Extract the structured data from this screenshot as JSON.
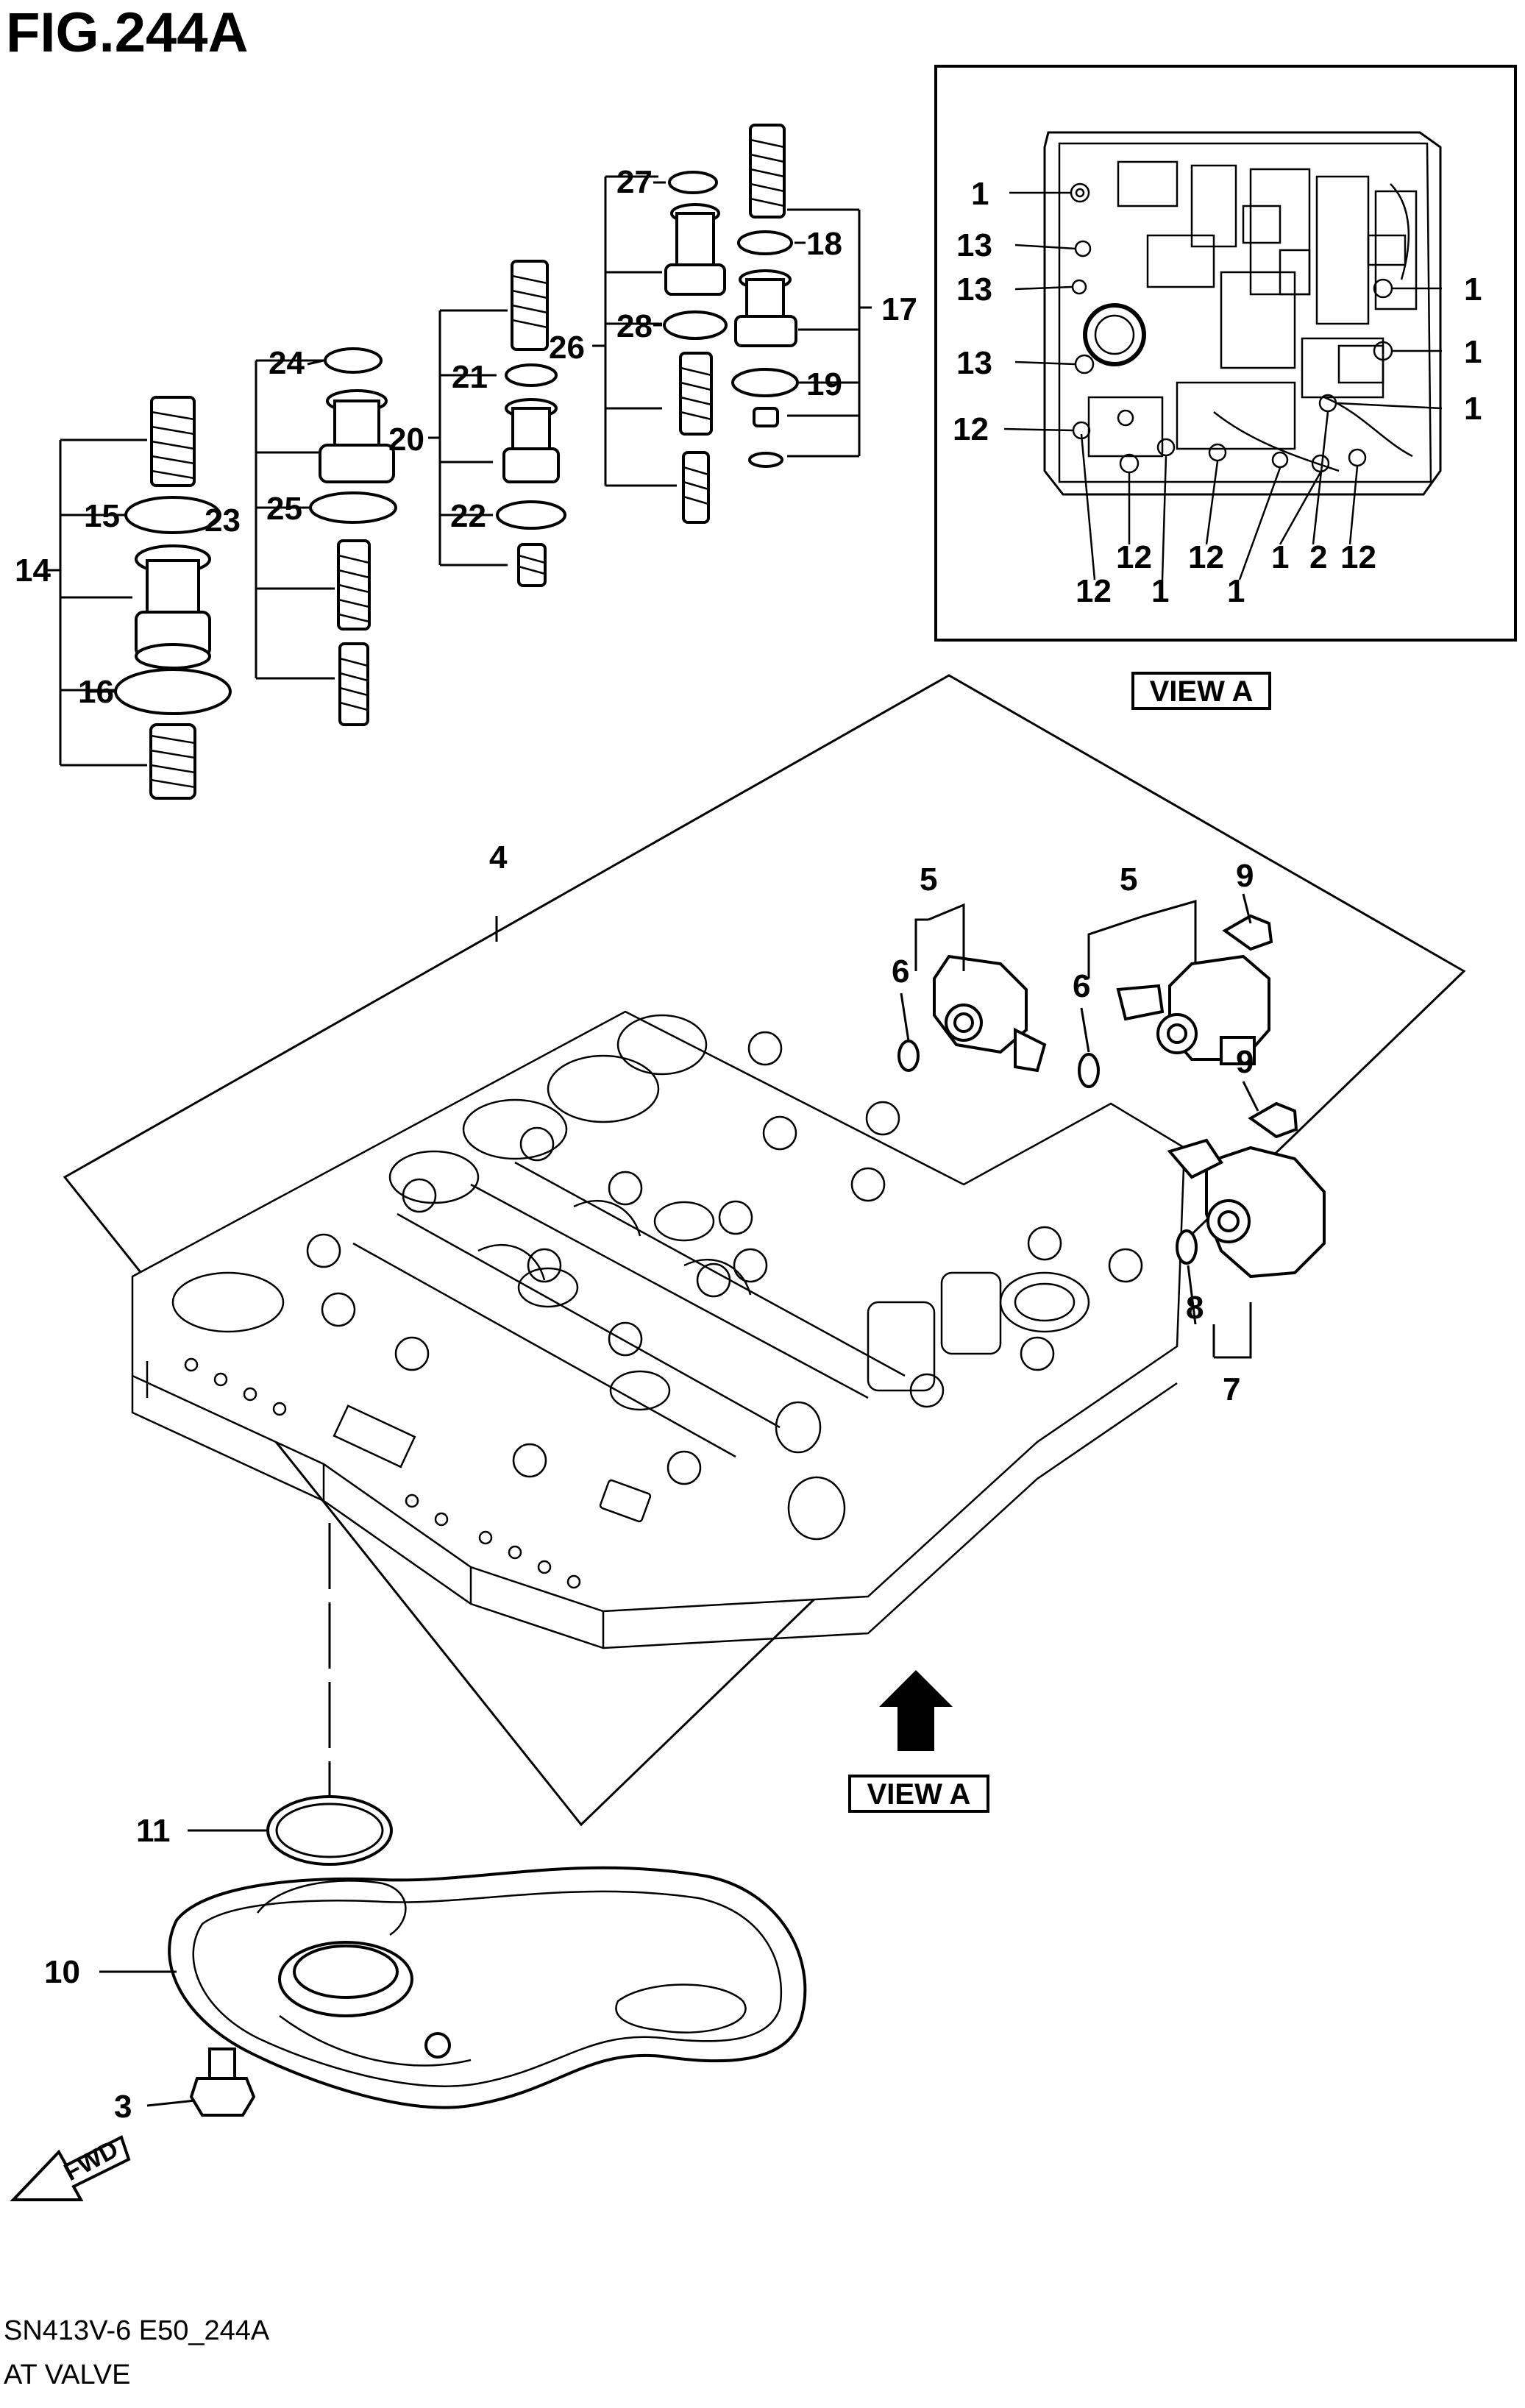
{
  "figure": {
    "title": "FIG.244A",
    "code": "SN413V-6 E50_244A",
    "name": "AT VALVE",
    "view_label": "VIEW A",
    "fwd_label": "FWD"
  },
  "callouts": {
    "c1": "1",
    "c2": "2",
    "c3": "3",
    "c4": "4",
    "c5": "5",
    "c6": "6",
    "c7": "7",
    "c8": "8",
    "c9": "9",
    "c10": "10",
    "c11": "11",
    "c12": "12",
    "c13": "13",
    "c14": "14",
    "c15": "15",
    "c16": "16",
    "c17": "17",
    "c18": "18",
    "c19": "19",
    "c20": "20",
    "c21": "21",
    "c22": "22",
    "c23": "23",
    "c24": "24",
    "c25": "25",
    "c26": "26",
    "c27": "27",
    "c28": "28"
  },
  "colors": {
    "ink": "#000000",
    "paper": "#ffffff"
  },
  "icons": [
    "view-direction-arrow-icon",
    "fwd-arrow-icon"
  ]
}
